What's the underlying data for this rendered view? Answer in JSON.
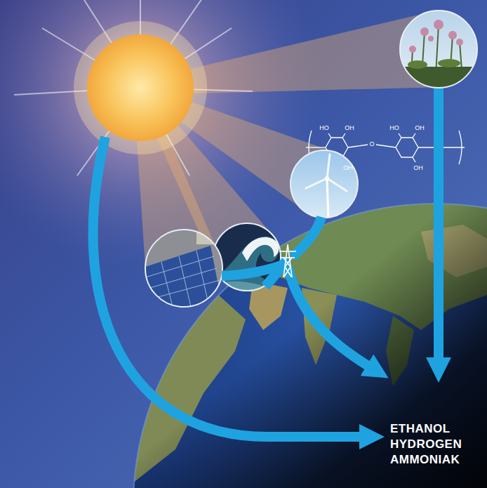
{
  "diagram": {
    "labels": [
      "ETHANOL HYDROGEN AMMONIAK",
      "HO",
      "OH",
      "OH",
      "O",
      "HO",
      "OH",
      "OH"
    ]
  }
}
